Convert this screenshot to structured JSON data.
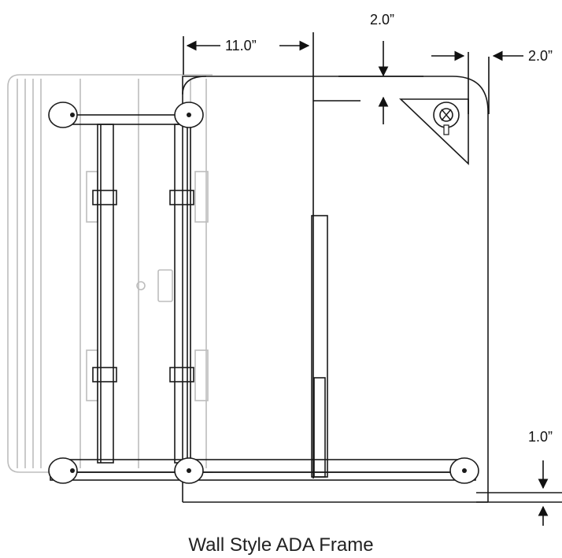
{
  "dimensions": {
    "top_left_width": "11.0”",
    "top_gap": "2.0”",
    "right_gap": "2.0”",
    "bottom_gap": "1.0”"
  },
  "caption": "Wall Style ADA Frame",
  "colors": {
    "line": "#1a1a1a",
    "ghost": "#bdbdbd"
  }
}
